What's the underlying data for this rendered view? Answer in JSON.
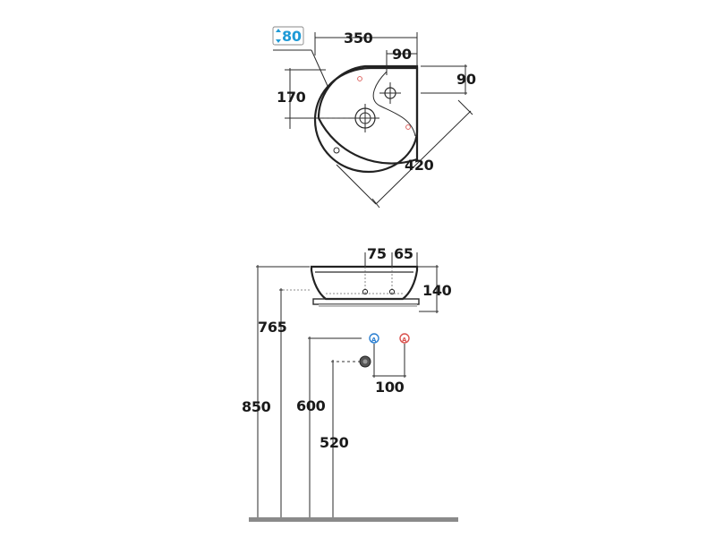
{
  "top_view": {
    "depth_height": "80",
    "width": "350",
    "tap_offset_x": "90",
    "tap_offset_y": "90",
    "drain_offset": "170",
    "diagonal": "420"
  },
  "side_view": {
    "tap_spacing_a": "75",
    "tap_spacing_b": "65",
    "basin_height": "140",
    "rim_height": "850",
    "basin_bottom_height": "765",
    "supply_height": "600",
    "waste_height": "520",
    "supply_spacing": "100",
    "cold_marker": "A",
    "hot_marker": "A"
  },
  "colors": {
    "line": "#2a2a2a",
    "accent_blue": "#1f9ad6",
    "hot_red": "#d9534f",
    "cold_blue": "#2b7fd1",
    "floor": "#8a8a8a"
  }
}
